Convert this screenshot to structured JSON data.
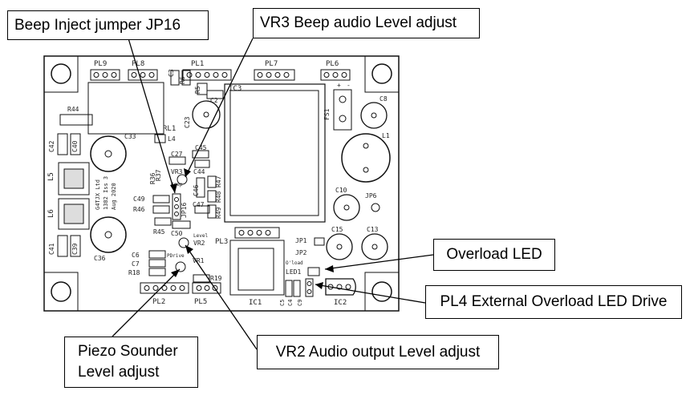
{
  "callouts": {
    "beep_inject": "Beep Inject jumper JP16",
    "vr3": "VR3 Beep audio Level adjust",
    "overload_led": "Overload LED",
    "pl4": "PL4 External Overload LED Drive",
    "piezo_line1": "Piezo Sounder",
    "piezo_line2": "Level adjust",
    "vr2": "VR2 Audio output Level adjust"
  },
  "headers": [
    "PL9",
    "PL8",
    "PL1",
    "PL7",
    "PL6"
  ],
  "top_components": [
    "C3",
    "R6",
    "R5",
    "IC3",
    "C2",
    "C23",
    "C8",
    "FS1"
  ],
  "left_components": [
    "R44",
    "C42",
    "C40",
    "L5",
    "L6",
    "C41",
    "C39",
    "C36",
    "C33",
    "RL1",
    "L4"
  ],
  "center_components": [
    "C27",
    "C45",
    "VR3",
    "R37",
    "R36",
    "C44",
    "C46",
    "C49",
    "R46",
    "JP16",
    "C47",
    "R47",
    "R48",
    "R49",
    "R45",
    "C50",
    "VR2",
    "PL3"
  ],
  "lower_left_components": [
    "C6",
    "C7",
    "R18",
    "VR1",
    "R19",
    "PL2",
    "PL5",
    "IC1"
  ],
  "right_components": [
    "L1",
    "C10",
    "JP6",
    "C15",
    "C13",
    "JP1",
    "JP2",
    "LED1",
    "IC2",
    "C5",
    "C4",
    "C9"
  ],
  "small_marks": {
    "level": "Level",
    "beep": "Beep",
    "pdrive": "PDrive",
    "ovload": "O'load",
    "plus": "+",
    "minus": "-"
  },
  "board_text": [
    "G4TJX Ltd",
    "1382 Iss 3",
    "Aug 2020"
  ]
}
